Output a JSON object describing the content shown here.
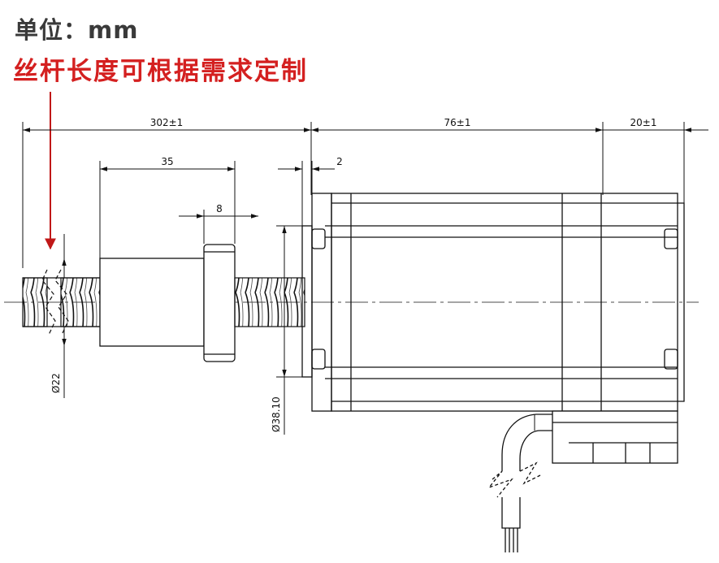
{
  "header": {
    "unit_label": "单位：mm",
    "note": "丝杆长度可根据需求定制"
  },
  "dimensions": {
    "total_length": "302±1",
    "motor_length": "76±1",
    "shaft_end_length": "20±1",
    "nut_length": "35",
    "flange_width": "8",
    "gap": "2",
    "screw_diameter": "Ø22",
    "boss_diameter": "Ø38.10"
  },
  "colors": {
    "note": "#d42020",
    "arrow": "#c01818",
    "line": "#111111"
  }
}
